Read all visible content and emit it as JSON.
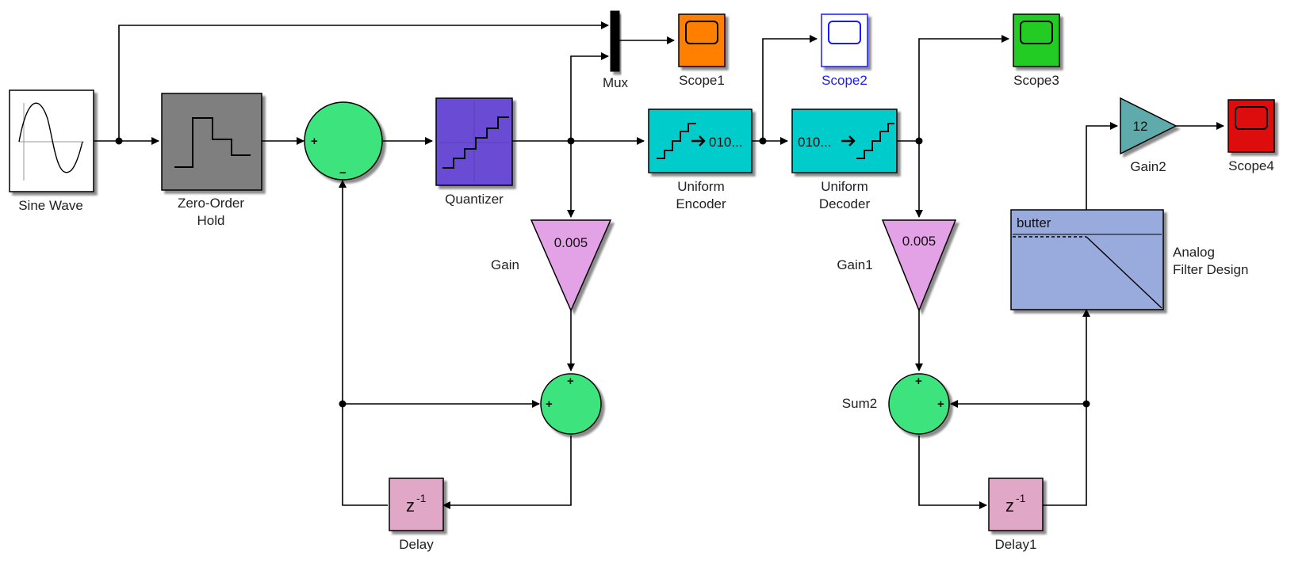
{
  "colors": {
    "sine": "#ffffff",
    "zoh": "#7f7f7f",
    "sum": "#3ee47e",
    "quantizer": "#6a4bd4",
    "codec": "#00cccc",
    "gain": "#e4a2e6",
    "delay": "#e0a8c6",
    "filter": "#99aadd",
    "gain2": "#5faaaa",
    "scope1": "#ff7f00",
    "scope2": "#ffffff",
    "scope3": "#22cc22",
    "scope4": "#dd1111",
    "mux": "#000000",
    "scope2_label": "#1a1aff"
  },
  "blocks": {
    "sine_wave": {
      "label": "Sine Wave",
      "icon": "sine-wave-icon"
    },
    "zero_order_hold": {
      "label_line1": "Zero-Order",
      "label_line2": "Hold",
      "icon": "staircase-pulse-icon"
    },
    "sum": {
      "sign_top": "+",
      "sign_bottom": "−"
    },
    "quantizer": {
      "label": "Quantizer",
      "icon": "quantizer-staircase-icon"
    },
    "mux": {
      "label": "Mux"
    },
    "scope1": {
      "label": "Scope1",
      "icon": "scope-screen-icon"
    },
    "scope2": {
      "label": "Scope2",
      "icon": "scope-screen-icon"
    },
    "scope3": {
      "label": "Scope3",
      "icon": "scope-screen-icon"
    },
    "scope4": {
      "label": "Scope4",
      "icon": "scope-screen-icon"
    },
    "uniform_encoder": {
      "text": "010...",
      "label_line1": "Uniform",
      "label_line2": "Encoder",
      "icon": "encoder-staircase-arrow-icon"
    },
    "uniform_decoder": {
      "text": "010...",
      "label_line1": "Uniform",
      "label_line2": "Decoder",
      "icon": "decoder-arrow-staircase-icon"
    },
    "gain": {
      "value": "0.005",
      "label": "Gain"
    },
    "gain1": {
      "value": "0.005",
      "label": "Gain1"
    },
    "gain2": {
      "value": "12",
      "label": "Gain2"
    },
    "sum1": {
      "sign_top": "+",
      "sign_left": "+"
    },
    "sum2": {
      "sign_top": "+",
      "sign_right": "+",
      "label": "Sum2"
    },
    "delay": {
      "text_base": "z",
      "text_exp": "-1",
      "label": "Delay"
    },
    "delay1": {
      "text_base": "z",
      "text_exp": "-1",
      "label": "Delay1"
    },
    "analog_filter_design": {
      "text": "butter",
      "label_line1": "Analog",
      "label_line2": "Filter Design",
      "icon": "lowpass-response-icon"
    }
  }
}
